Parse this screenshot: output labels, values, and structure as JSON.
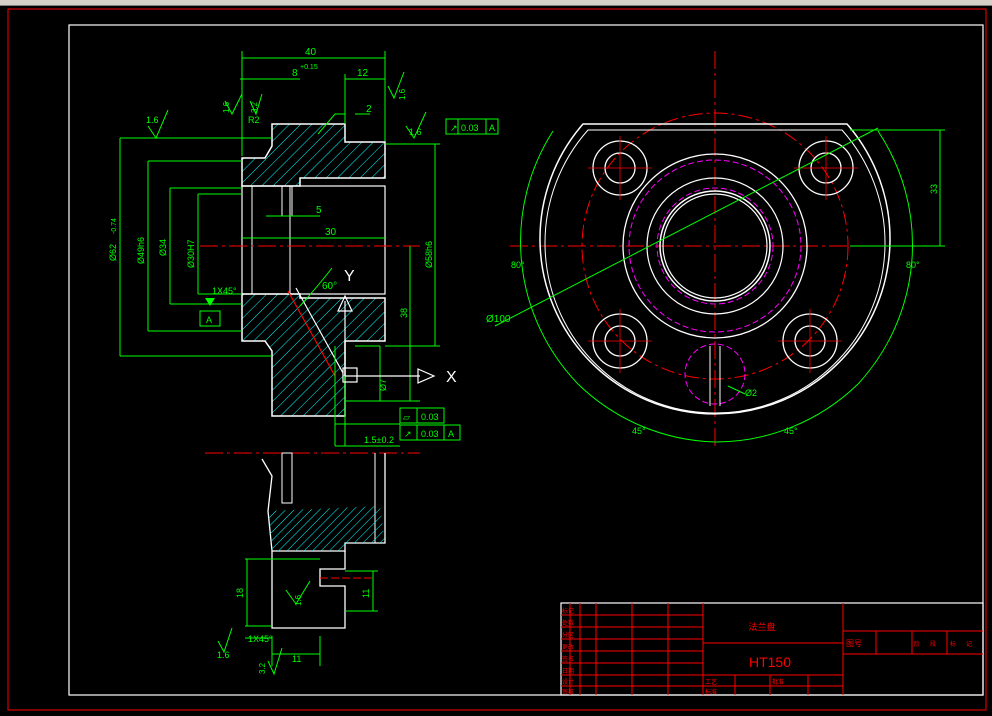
{
  "colors": {
    "background": "#000000",
    "frame": "#ff0000",
    "border": "#ffffff",
    "dimension": "#00ff00",
    "geometry": "#ffffff",
    "hatch": "#00ffff",
    "centerline": "#ff0000",
    "hidden": "#ff00ff",
    "titleblock": "#ff0000"
  },
  "section_view": {
    "dims": {
      "overall_width": "40",
      "recess_width": "8",
      "recess_tol": "+0.15",
      "flange_width": "12",
      "step": "2",
      "bore_depth": "30",
      "groove": "5",
      "od62": "Ø62",
      "od62_tol": "-0.74",
      "d49": "Ø49h6",
      "d34": "Ø34",
      "d30": "Ø30H7",
      "d58": "Ø58h6",
      "h38": "38",
      "chamfer": "1X45°",
      "angle60": "60°",
      "d7": "Ø7",
      "d15": "1.5±0.2"
    },
    "roughness": {
      "r16_left": "1.6",
      "r16_top": "1.6",
      "r32": "3.2",
      "r16_right": "1.6",
      "r16_tol": "1.6",
      "radius": "R2"
    },
    "tolerance_frames": {
      "runout_top": "0.03",
      "runout_top_datum": "A",
      "flatness": "0.03",
      "runout_bottom": "0.03",
      "runout_bottom_datum": "A"
    },
    "datum_label": "A",
    "axis_x": "X",
    "axis_y": "Y"
  },
  "detail_view": {
    "dims": {
      "h18": "18",
      "h11": "11",
      "w11": "11",
      "chamfer": "1X45°"
    },
    "roughness": {
      "r16_a": "1.6",
      "r16_b": "1.6",
      "r32": "3.2"
    }
  },
  "front_view": {
    "dims": {
      "d100": "Ø100",
      "h33": "33",
      "angle_left": "80°",
      "angle_right": "80°",
      "angle_bl": "45°",
      "angle_br": "45°",
      "pin": "Ø2"
    }
  },
  "title_block": {
    "part_name": "法兰盘",
    "material": "HT150",
    "drawing_no": "图号",
    "cells": [
      "标记",
      "处数",
      "分区",
      "更改",
      "签名",
      "日期",
      "设计",
      "审核",
      "工艺",
      "标准",
      "批准"
    ],
    "scale_labels": [
      "阶",
      "段",
      "标",
      "记"
    ]
  }
}
